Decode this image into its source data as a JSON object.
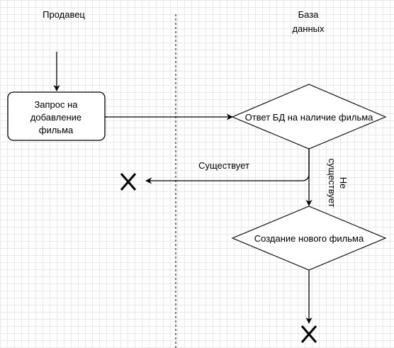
{
  "lanes": {
    "seller": "Продавец",
    "database_line1": "База",
    "database_line2": "данных"
  },
  "nodes": {
    "request": {
      "line1": "Запрос на",
      "line2": "добавление",
      "line3": "фильма"
    },
    "db_check": {
      "label": "Ответ БД на наличие фильма"
    },
    "create": {
      "label": "Создание нового фильма"
    }
  },
  "edges": {
    "exists_label": "Существует",
    "not_exists_line1": "Не",
    "not_exists_line2": "существует"
  },
  "terminators": {
    "end_exists": "cross-icon",
    "end_created": "cross-icon"
  }
}
